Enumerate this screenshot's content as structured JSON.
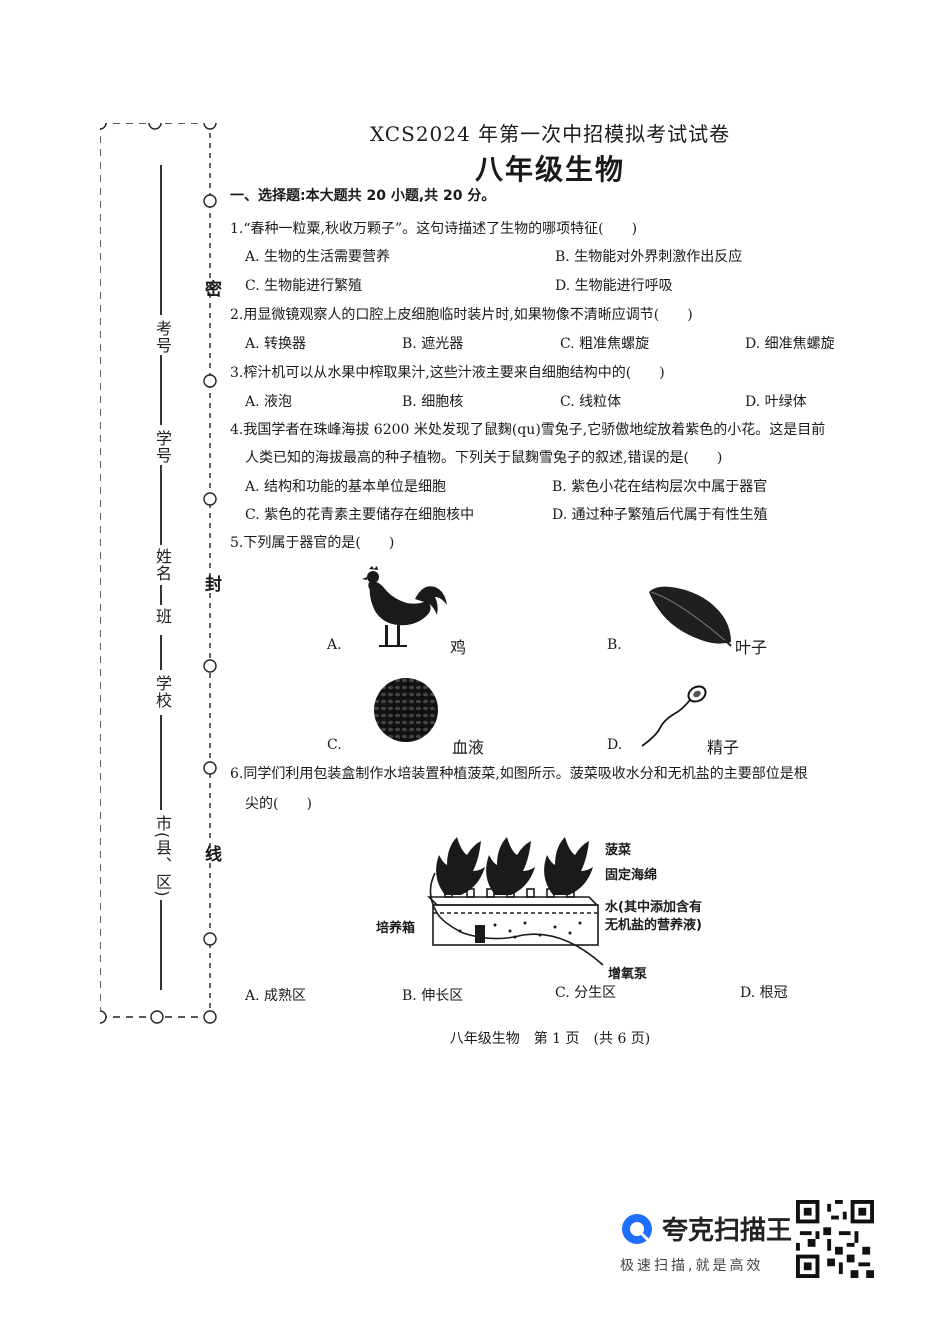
{
  "header": {
    "title": "XCS2024 年第一次中招模拟考试试卷",
    "subject": "八年级生物"
  },
  "margin": {
    "labels": [
      "考号",
      "学号",
      "姓名",
      "班",
      "学校",
      "市(县、区)"
    ],
    "seal": [
      "密",
      "封",
      "线"
    ]
  },
  "section": "一、选择题:本大题共 20 小题,共 20 分。",
  "questions": {
    "q1": {
      "stem": "1.“春种一粒粟,秋收万颗子”。这句诗描述了生物的哪项特征(　　)",
      "a": "A. 生物的生活需要营养",
      "b": "B. 生物能对外界刺激作出反应",
      "c": "C. 生物能进行繁殖",
      "d": "D. 生物能进行呼吸"
    },
    "q2": {
      "stem": "2.用显微镜观察人的口腔上皮细胞临时装片时,如果物像不清晰应调节(　　)",
      "a": "A. 转换器",
      "b": "B. 遮光器",
      "c": "C. 粗准焦螺旋",
      "d": "D. 细准焦螺旋"
    },
    "q3": {
      "stem": "3.榨汁机可以从水果中榨取果汁,这些汁液主要来自细胞结构中的(　　)",
      "a": "A. 液泡",
      "b": "B. 细胞核",
      "c": "C. 线粒体",
      "d": "D. 叶绿体"
    },
    "q4": {
      "stem1": "4.我国学者在珠峰海拔 6200 米处发现了鼠麴(qu)雪兔子,它骄傲地绽放着紫色的小花。这是目前",
      "stem2": "人类已知的海拔最高的种子植物。下列关于鼠麴雪兔子的叙述,错误的是(　　)",
      "a": "A. 结构和功能的基本单位是细胞",
      "b": "B. 紫色小花在结构层次中属于器官",
      "c": "C. 紫色的花青素主要储存在细胞核中",
      "d": "D. 通过种子繁殖后代属于有性生殖"
    },
    "q5": {
      "stem": "5.下列属于器官的是(　　)",
      "a": "A.",
      "a_cap": "鸡",
      "b": "B.",
      "b_cap": "叶子",
      "c": "C.",
      "c_cap": "血液",
      "d": "D.",
      "d_cap": "精子"
    },
    "q6": {
      "stem1": "6.同学们利用包装盒制作水培装置种植菠菜,如图所示。菠菜吸收水分和无机盐的主要部位是根",
      "stem2": "尖的(　　)",
      "labels": {
        "spinach": "菠菜",
        "sponge": "固定海绵",
        "water1": "水(其中添加含有",
        "water2": "无机盐的营养液)",
        "box": "培养箱",
        "pump": "增氧泵"
      },
      "a": "A. 成熟区",
      "b": "B. 伸长区",
      "c": "C. 分生区",
      "d": "D. 根冠"
    }
  },
  "footer": "八年级生物　第 1 页　(共 6 页)",
  "watermark": {
    "name": "夸克扫描王",
    "slogan": "极速扫描,就是高效"
  }
}
